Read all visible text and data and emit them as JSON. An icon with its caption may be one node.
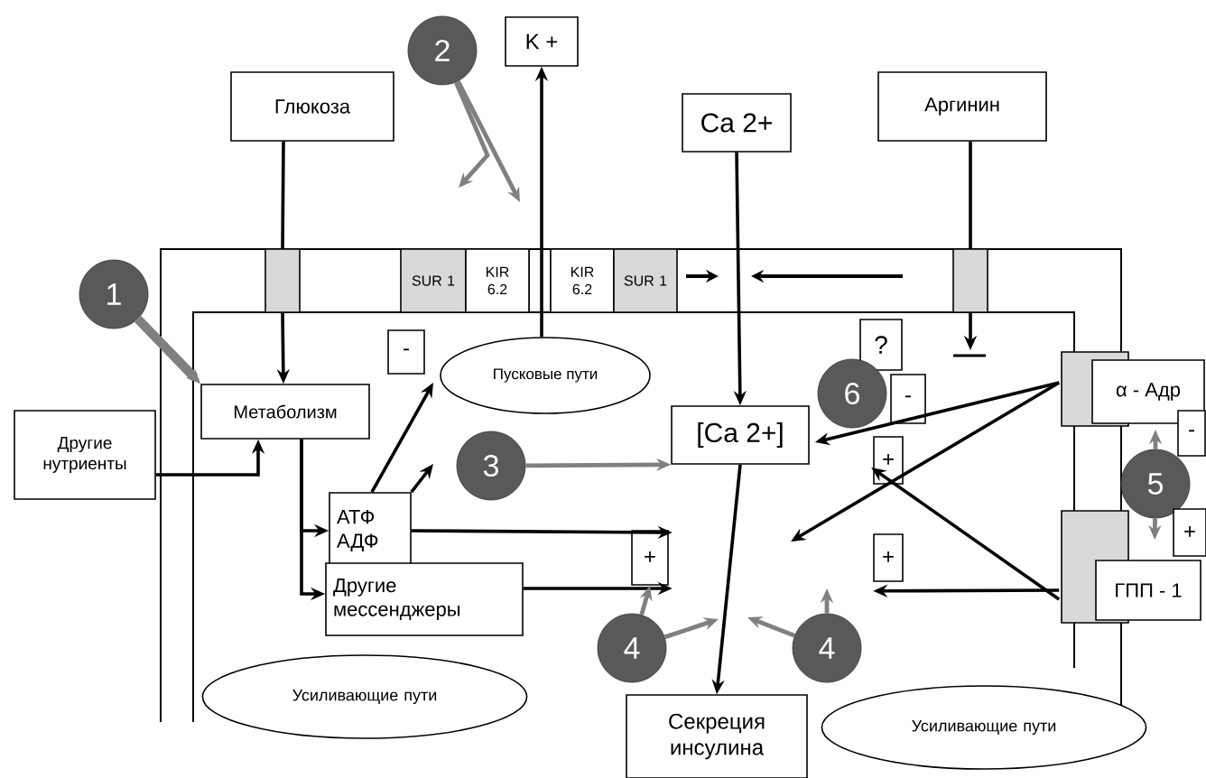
{
  "diagram": {
    "nodes": [
      {
        "text": [
          "Глюкоза"
        ]
      },
      {
        "text": [
          "K +"
        ]
      },
      {
        "text": [
          "Ca 2+"
        ]
      },
      {
        "text": [
          "Аргинин"
        ]
      },
      {
        "text": [
          "1"
        ]
      },
      {
        "text": [
          "2"
        ]
      },
      {
        "text": [
          "SUR 1"
        ]
      },
      {
        "text": [
          "KIR 6.2"
        ]
      },
      {
        "text": [
          "KIR 6.2"
        ]
      },
      {
        "text": [
          "SUR 1"
        ]
      },
      {
        "text": [
          "-"
        ]
      },
      {
        "text": [
          "Пусковые пути"
        ]
      },
      {
        "text": [
          "Метаболизм"
        ]
      },
      {
        "text": [
          "Другие нутриенты"
        ]
      },
      {
        "text": [
          "3"
        ]
      },
      {
        "text": [
          "[Ca 2+]"
        ]
      },
      {
        "text": [
          "?"
        ]
      },
      {
        "text": [
          "6"
        ]
      },
      {
        "text": [
          "-"
        ]
      },
      {
        "text": [
          "α - Адр"
        ]
      },
      {
        "text": [
          "+"
        ]
      },
      {
        "text": [
          "-"
        ]
      },
      {
        "text": [
          "5"
        ]
      },
      {
        "text": [
          "+"
        ]
      },
      {
        "text": [
          "АТФ АДФ"
        ]
      },
      {
        "text": [
          "+"
        ]
      },
      {
        "text": [
          "ГПП - 1"
        ]
      },
      {
        "text": [
          "Другие мессенджеры"
        ]
      },
      {
        "text": [
          "+"
        ]
      },
      {
        "text": [
          "4"
        ]
      },
      {
        "text": [
          "4"
        ]
      },
      {
        "text": [
          "Усиливающие пути"
        ]
      },
      {
        "text": [
          "Усиливающие пути"
        ]
      },
      {
        "text": [
          "Секреция инсулина"
        ]
      },
      {
        "text": [],
        "shape": "box"
      },
      {
        "text": [],
        "shape": "box"
      }
    ],
    "edges": [
      {
        "from": 34,
        "to": 12,
        "arrow": "to"
      },
      {
        "from": 11,
        "to": 1,
        "arrow": "to"
      },
      {
        "from": 2,
        "to": 15,
        "arrow": "to"
      },
      {
        "from": 35,
        "to": null,
        "arrow": "to"
      },
      {
        "from": 13,
        "to": 12,
        "arrow": "to"
      },
      {
        "from": 12,
        "to": 24,
        "arrow": "to"
      },
      {
        "from": 12,
        "to": 27,
        "arrow": "to"
      },
      {
        "from": 24,
        "to": 11,
        "arrow": "to"
      },
      {
        "from": 24,
        "to": null,
        "arrow": "to"
      },
      {
        "from": 24,
        "to": 28,
        "arrow": "to"
      },
      {
        "from": 27,
        "to": 28,
        "arrow": "to"
      },
      {
        "from": 19,
        "to": 15,
        "arrow": "to"
      },
      {
        "from": 19,
        "to": null,
        "arrow": "to"
      },
      {
        "from": 26,
        "to": 20,
        "arrow": "to"
      },
      {
        "from": 26,
        "to": 25,
        "arrow": "to"
      },
      {
        "from": 4,
        "to": 12,
        "arrow": "to",
        "style": "thick",
        "color": "#808080"
      },
      {
        "from": 5,
        "to": null,
        "arrow": "to",
        "color": "#808080"
      },
      {
        "from": 5,
        "to": null,
        "arrow": "to",
        "color": "#808080"
      },
      {
        "from": 14,
        "to": 15,
        "arrow": "to",
        "color": "#808080"
      },
      {
        "from": 29,
        "to": 28,
        "arrow": "to",
        "color": "#808080"
      },
      {
        "from": 29,
        "to": null,
        "arrow": "to",
        "color": "#808080"
      },
      {
        "from": 30,
        "to": null,
        "arrow": "to",
        "color": "#808080"
      },
      {
        "from": 30,
        "to": null,
        "arrow": "to",
        "color": "#808080"
      },
      {
        "from": 22,
        "to": null,
        "arrow": "to",
        "color": "#808080"
      },
      {
        "from": 22,
        "to": 23,
        "arrow": "to",
        "color": "#808080"
      },
      {
        "from": 15,
        "to": 33,
        "arrow": "to"
      },
      {
        "from": 0,
        "to": 34,
        "arrow": "none"
      },
      {
        "from": 3,
        "to": 35,
        "arrow": "none"
      }
    ]
  }
}
